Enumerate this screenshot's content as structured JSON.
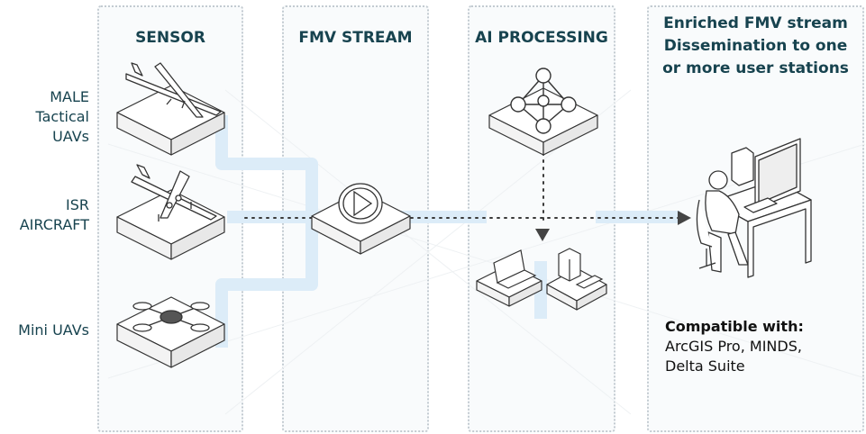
{
  "columns": [
    {
      "title": "SENSOR"
    },
    {
      "title": "FMV STREAM"
    },
    {
      "title": "AI PROCESSING"
    },
    {
      "title": "Enriched FMV stream Dissemination to one or more user stations"
    }
  ],
  "sensors": [
    {
      "lines": [
        "MALE",
        "Tactical",
        "UAVs"
      ]
    },
    {
      "lines": [
        "ISR",
        "AIRCRAFT"
      ]
    },
    {
      "lines": [
        "Mini UAVs"
      ]
    }
  ],
  "compatibility": {
    "heading": "Compatible with:",
    "line1": "ArcGIS Pro, MINDS,",
    "line2": "Delta Suite"
  },
  "colors": {
    "title": "#17434f",
    "flow": "#dcecf8",
    "column_border": "#c3cbd1"
  }
}
